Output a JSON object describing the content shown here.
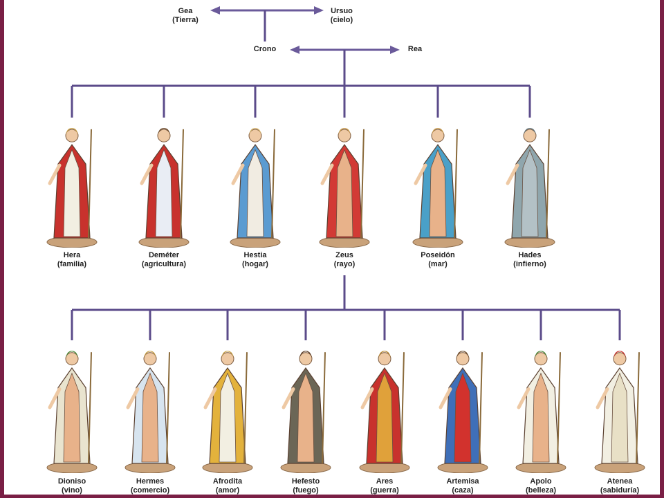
{
  "top": {
    "gea": {
      "name": "Gea",
      "role": "(Tierra)"
    },
    "urano": {
      "name": "Ursuo",
      "role": "(cielo)"
    },
    "crono": {
      "name": "Crono"
    },
    "rea": {
      "name": "Rea"
    }
  },
  "row1": [
    {
      "name": "Hera",
      "role": "(familia)",
      "robe": "#c8322d",
      "inner": "#f2efe2",
      "hair": "#c9a24a"
    },
    {
      "name": "Deméter",
      "role": "(agricultura)",
      "robe": "#c8322d",
      "inner": "#e9edf4",
      "hair": "#6b4a2a"
    },
    {
      "name": "Hestia",
      "role": "(hogar)",
      "robe": "#5b9bd1",
      "inner": "#f1ece2",
      "hair": "#d7b46a"
    },
    {
      "name": "Zeus",
      "role": "(rayo)",
      "robe": "#d23a35",
      "inner": "#e8b28a",
      "hair": "#c89a4a"
    },
    {
      "name": "Poseidón",
      "role": "(mar)",
      "robe": "#4aa0c8",
      "inner": "#e8b28a",
      "hair": "#c89a4a"
    },
    {
      "name": "Hades",
      "role": "(infierno)",
      "robe": "#8fa6ad",
      "inner": "#b3c1c6",
      "hair": "#5d6e73"
    }
  ],
  "row2": [
    {
      "name": "Dioniso",
      "role": "(vino)",
      "robe": "#e9e4cf",
      "inner": "#e8b28a",
      "hair": "#4f8a3a"
    },
    {
      "name": "Hermes",
      "role": "(comercio)",
      "robe": "#d7e4ef",
      "inner": "#e8b28a",
      "hair": "#c9a24a"
    },
    {
      "name": "Afrodita",
      "role": "(amor)",
      "robe": "#e3b23c",
      "inner": "#f2efe2",
      "hair": "#c9a24a"
    },
    {
      "name": "Hefesto",
      "role": "(fuego)",
      "robe": "#6b6656",
      "inner": "#e8b28a",
      "hair": "#5a3a22"
    },
    {
      "name": "Ares",
      "role": "(guerra)",
      "robe": "#c8322d",
      "inner": "#e0a13a",
      "hair": "#b8862e"
    },
    {
      "name": "Artemisa",
      "role": "(caza)",
      "robe": "#3f6fb8",
      "inner": "#d2322d",
      "hair": "#6b4a2a"
    },
    {
      "name": "Apolo",
      "role": "(belleza)",
      "robe": "#f2efe2",
      "inner": "#e8b28a",
      "hair": "#4f8a3a"
    },
    {
      "name": "Atenea",
      "role": "(sabiduría)",
      "robe": "#f2efe2",
      "inner": "#e8e0c6",
      "hair": "#c8322d"
    }
  ]
}
